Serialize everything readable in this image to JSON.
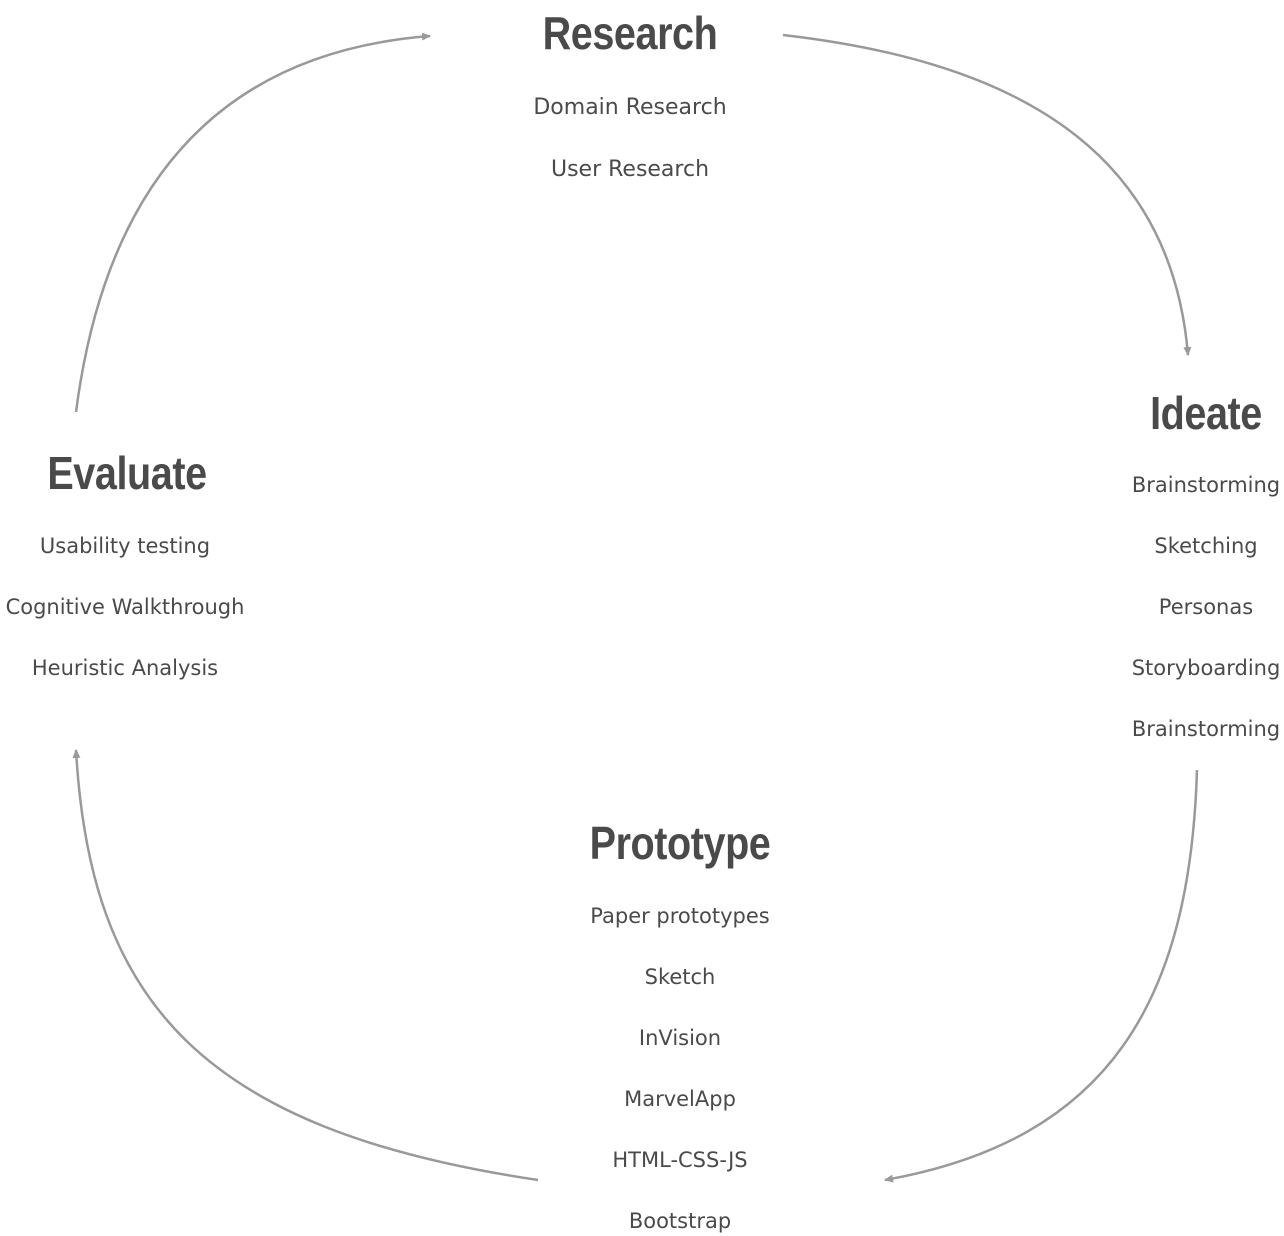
{
  "colors": {
    "text": "#4a4a4a",
    "arrow": "#999999",
    "background": "#ffffff"
  },
  "phases": {
    "research": {
      "title": "Research",
      "steps": [
        "Domain Research",
        "User Research"
      ]
    },
    "ideate": {
      "title": "Ideate",
      "steps": [
        "Brainstorming",
        "Sketching",
        "Personas",
        "Storyboarding",
        "Brainstorming"
      ]
    },
    "prototype": {
      "title": "Prototype",
      "steps": [
        "Paper prototypes",
        "Sketch",
        "InVision",
        "MarvelApp",
        "HTML-CSS-JS",
        "Bootstrap"
      ]
    },
    "evaluate": {
      "title": "Evaluate",
      "steps": [
        "Usability testing",
        "Cognitive Walkthrough",
        "Heuristic Analysis"
      ]
    }
  },
  "cycle": [
    {
      "from": "research",
      "to": "ideate"
    },
    {
      "from": "ideate",
      "to": "prototype"
    },
    {
      "from": "prototype",
      "to": "evaluate"
    },
    {
      "from": "evaluate",
      "to": "research"
    }
  ]
}
